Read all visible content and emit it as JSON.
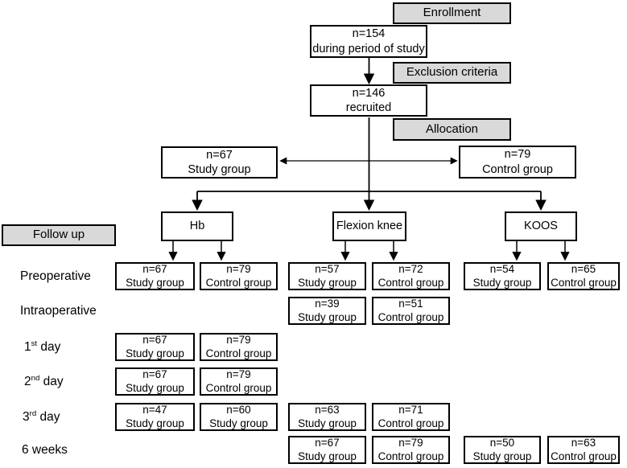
{
  "colors": {
    "gray_fill": "#d9d9d9",
    "border": "#000000",
    "background": "#ffffff"
  },
  "stages": {
    "enrollment": "Enrollment",
    "screened": {
      "n": "n=154",
      "desc": "during period of study"
    },
    "exclusion": "Exclusion criteria",
    "recruited": {
      "n": "n=146",
      "desc": "recruited"
    },
    "allocation": "Allocation",
    "study_group": {
      "n": "n=67",
      "group": "Study group"
    },
    "control_group": {
      "n": "n=79",
      "group": "Control group"
    },
    "follow_up": "Follow up"
  },
  "measures": {
    "hb": "Hb",
    "flexion": "Flexion knee",
    "koos": "KOOS"
  },
  "row_labels": {
    "preoperative": "Preoperative",
    "intraoperative": "Intraoperative",
    "day1": {
      "num": "1",
      "sup": "st",
      "rest": " day"
    },
    "day2": {
      "num": "2",
      "sup": "nd",
      "rest": " day"
    },
    "day3": {
      "num": "3",
      "sup": "rd",
      "rest": " day"
    },
    "weeks6": "6 weeks"
  },
  "followup": {
    "preoperative": {
      "hb_study": {
        "n": "n=67",
        "group": "Study group"
      },
      "hb_control": {
        "n": "n=79",
        "group": "Control group"
      },
      "flexion_study": {
        "n": "n=57",
        "group": "Study group"
      },
      "flexion_control": {
        "n": "n=72",
        "group": "Control group"
      },
      "koos_study": {
        "n": "n=54",
        "group": "Study group"
      },
      "koos_control": {
        "n": "n=65",
        "group": "Control group"
      }
    },
    "intraoperative": {
      "flexion_study": {
        "n": "n=39",
        "group": "Study group"
      },
      "flexion_control": {
        "n": "n=51",
        "group": "Control group"
      }
    },
    "day1": {
      "hb_study": {
        "n": "n=67",
        "group": "Study group"
      },
      "hb_control": {
        "n": "n=79",
        "group": "Control group"
      }
    },
    "day2": {
      "hb_study": {
        "n": "n=67",
        "group": "Study group"
      },
      "hb_control": {
        "n": "n=79",
        "group": "Control group"
      }
    },
    "day3": {
      "hb_study": {
        "n": "n=47",
        "group": "Study group"
      },
      "hb_control": {
        "n": "n=60",
        "group": "Study group"
      },
      "flexion_study": {
        "n": "n=63",
        "group": "Study group"
      },
      "flexion_control": {
        "n": "n=71",
        "group": "Control group"
      }
    },
    "weeks6": {
      "flexion_study": {
        "n": "n=67",
        "group": "Study group"
      },
      "flexion_control": {
        "n": "n=79",
        "group": "Control group"
      },
      "koos_study": {
        "n": "n=50",
        "group": "Study group"
      },
      "koos_control": {
        "n": "n=63",
        "group": "Control group"
      }
    }
  }
}
